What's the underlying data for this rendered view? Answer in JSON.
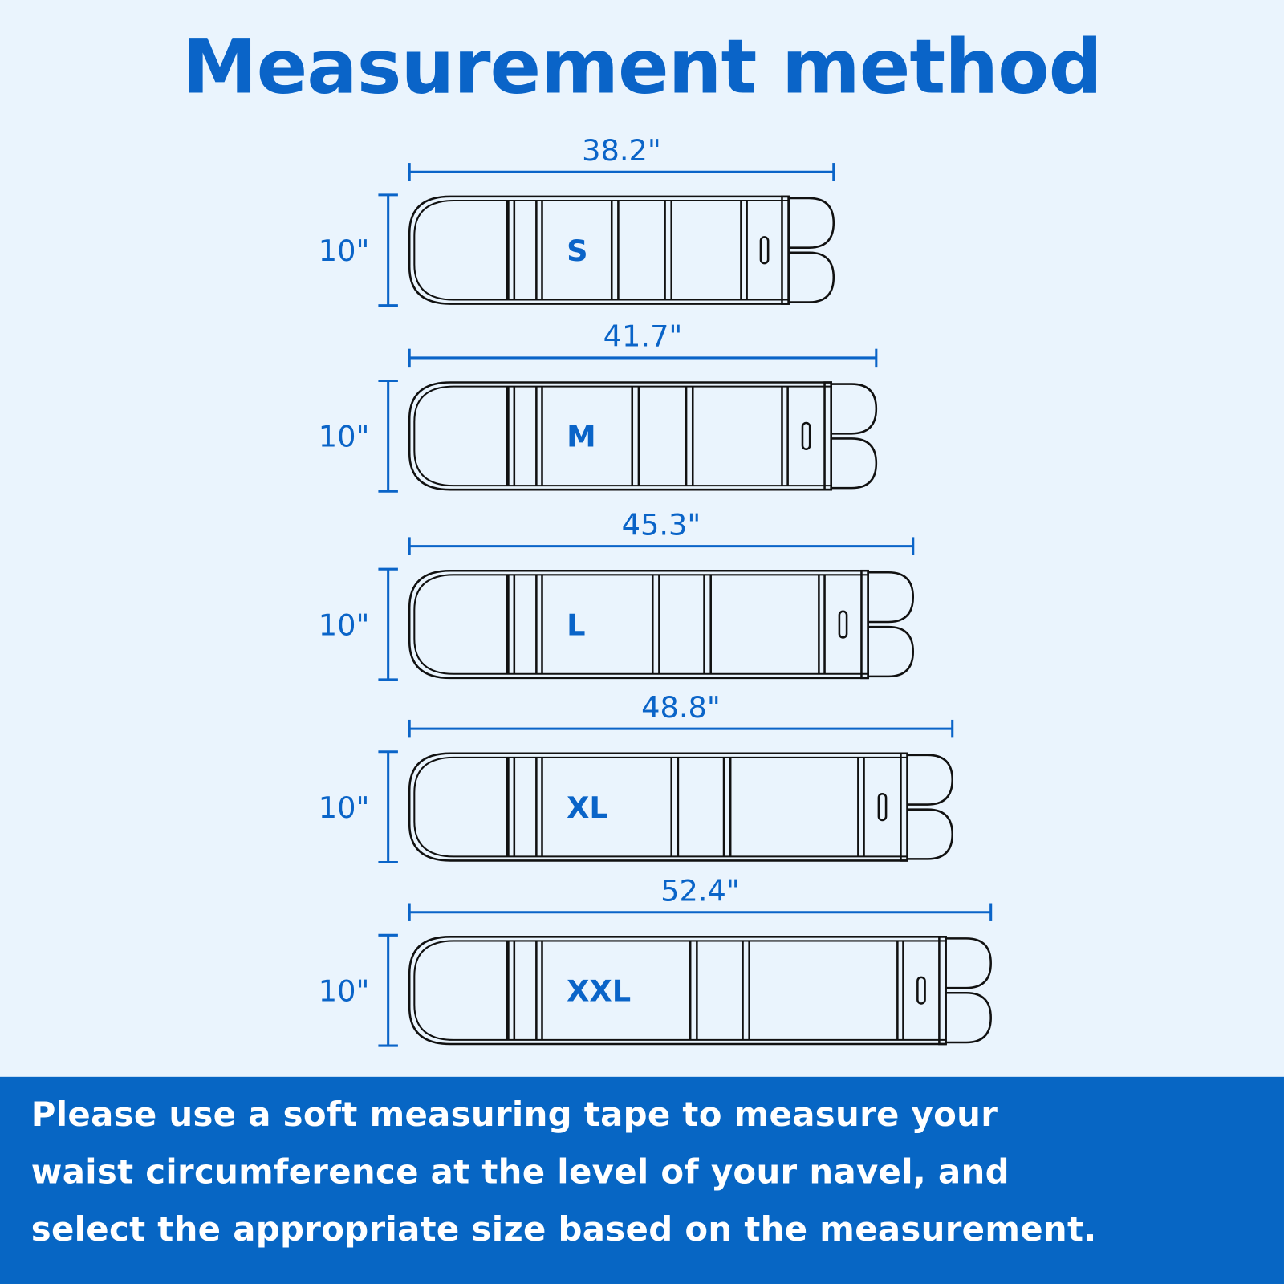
{
  "title": "Measurement method",
  "colors": {
    "accent": "#0a64c8",
    "background": "#eaf4fd",
    "footer": "#0766c4"
  },
  "sizes": [
    {
      "label": "S",
      "length": "38.2\"",
      "height": "10\""
    },
    {
      "label": "M",
      "length": "41.7\"",
      "height": "10\""
    },
    {
      "label": "L",
      "length": "45.3\"",
      "height": "10\""
    },
    {
      "label": "XL",
      "length": "48.8\"",
      "height": "10\""
    },
    {
      "label": "XXL",
      "length": "52.4\"",
      "height": "10\""
    }
  ],
  "footer": {
    "lines": [
      "Please use a soft measuring tape to measure your",
      "waist circumference at the level of your navel, and",
      "select the appropriate size based on the measurement."
    ]
  }
}
